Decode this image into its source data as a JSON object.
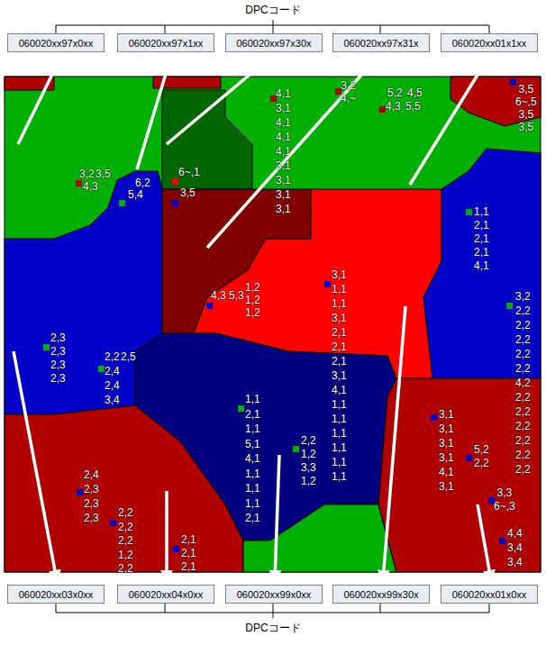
{
  "diagram": {
    "nodes": [
      {
        "text": [
          "060020xx97x0xx"
        ]
      },
      {
        "text": [
          "060020xx97x1xx"
        ]
      },
      {
        "text": [
          "060020xx97x30x"
        ]
      },
      {
        "text": [
          "060020xx97x31x"
        ]
      },
      {
        "text": [
          "060020xx01x1xx"
        ]
      },
      {
        "text": [
          "060020xx03x0xx"
        ]
      },
      {
        "text": [
          "060020xx04x0xx"
        ]
      },
      {
        "text": [
          "060020xx99x0xx"
        ]
      },
      {
        "text": [
          "060020xx99x30x"
        ]
      },
      {
        "text": [
          "060020xx01x0xx"
        ]
      }
    ],
    "labels": [
      "DPCコード",
      "4,1 3,1 4,1 4,1 4,1 3,1 3,1 3,1 3,1",
      "3,2 4,~",
      "5,2",
      "4,5",
      "4,3",
      "5,5",
      "3,5 6~,5 3,5 3,5",
      "3,2",
      "3,5",
      "4,3",
      "6,2",
      "5,4",
      "6~,1",
      "3,5",
      "1,1 2,1 2,1 2,1 4,1",
      "4,3",
      "5,3",
      "1,2 1,2 1,2",
      "3,1 1,1 1,1 3,1 2,1 2,1 2,1 3,1 4,1 1,1 1,1 1,1 1,1 1,1 1,1",
      "3,2 2,2 2,2 2,2 2,2 2,2 4,2 2,2 2,2 2,2 2,2 2,2 2,2",
      "2,3 2,3 2,3 2,3",
      "2,2",
      "2,5",
      "2,4 2,4 3,4",
      "1,1 2,1 1,1 5,1 4,1 1,1 1,1 1,1 2,1",
      "2,2 1,2 3,3 1,2",
      "3,1 3,1 3,1 3,1 4,1 3,1",
      "5,2 2,2",
      "3,3 6~,3",
      "4,4 3,4 3,4",
      "2,4 2,3 2,3 2,3",
      "2,2 2,2 2,2 1,2 2,2",
      "2,1 2,1 2,1",
      "DPCコード"
    ]
  }
}
